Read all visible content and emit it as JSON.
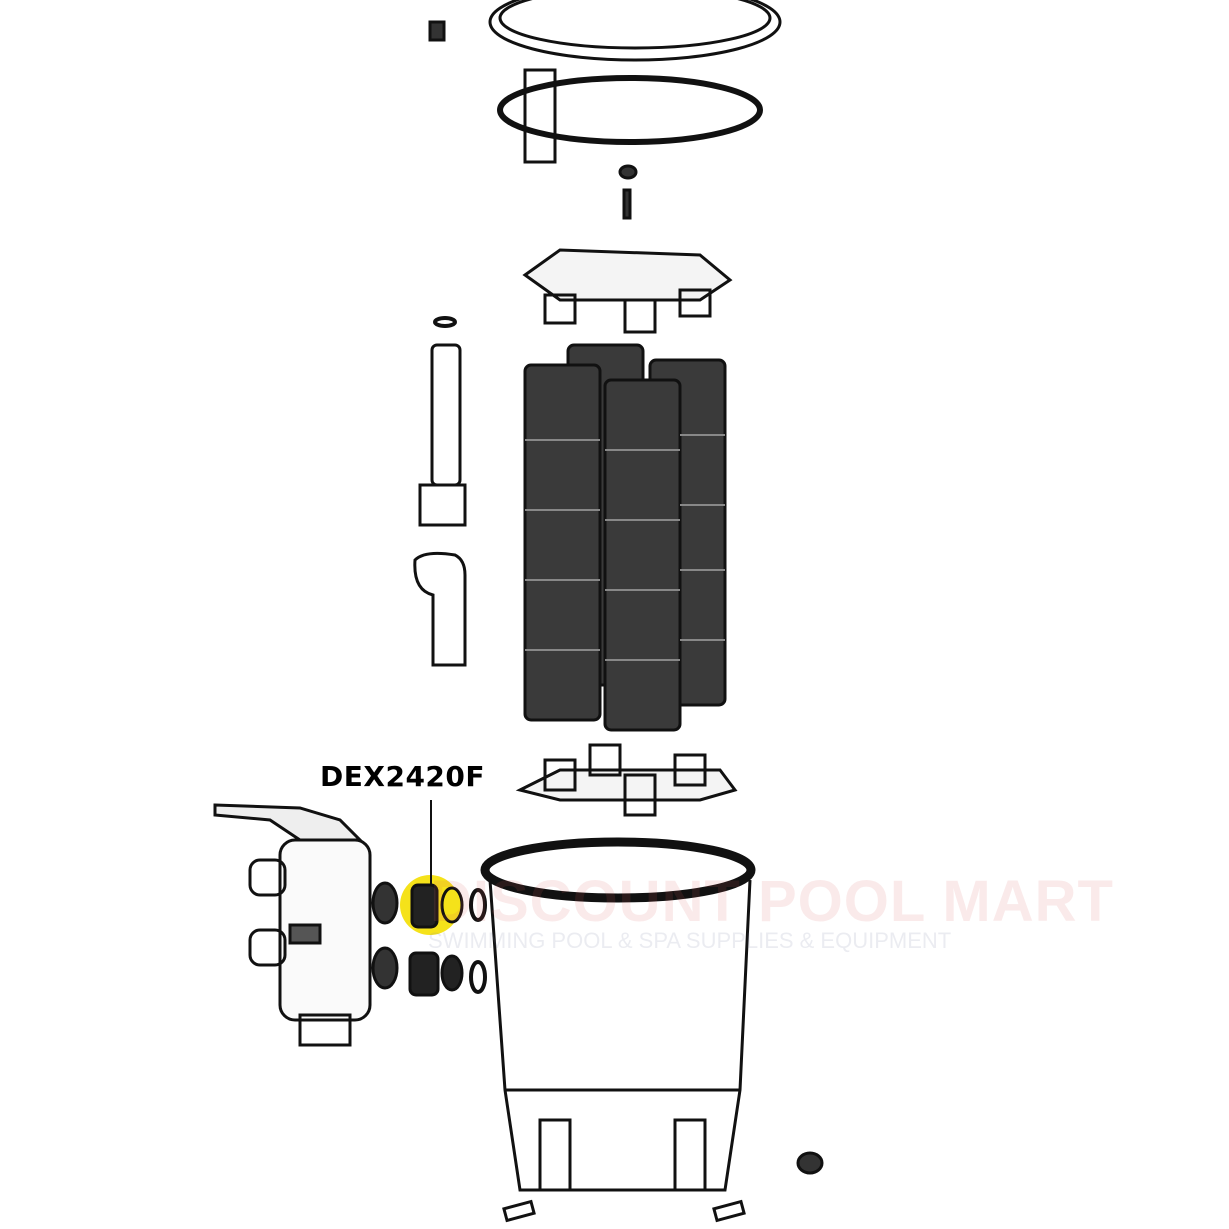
{
  "callout": {
    "part_number": "DEX2420F",
    "highlight_color": "#f5e21a"
  },
  "watermark": {
    "brand": "DISCOUNT POOL MART",
    "tagline": "SWIMMING POOL & SPA SUPPLIES & EQUIPMENT"
  }
}
